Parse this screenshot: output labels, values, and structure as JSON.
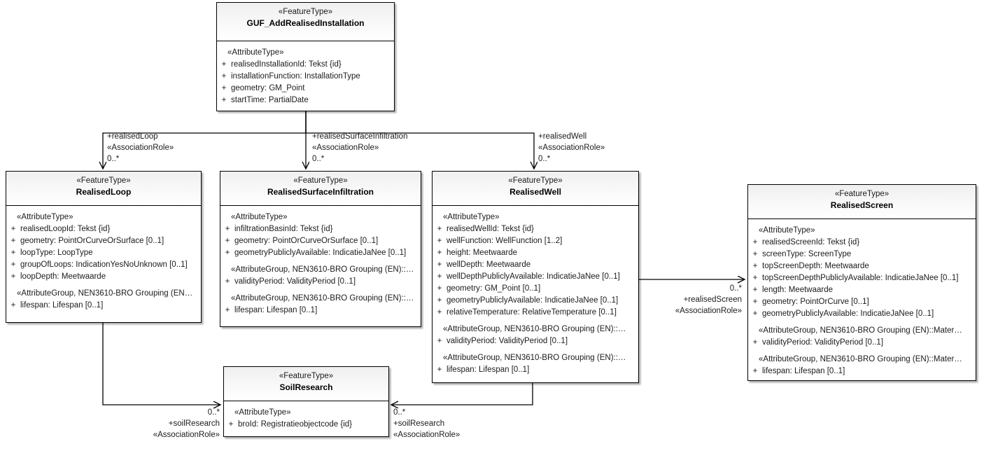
{
  "diagram": {
    "title": "GUF_AddRealisedInstallation UML class diagram",
    "stereotype_feature": "«FeatureType»",
    "stereotype_attribute": "«AttributeType»",
    "stereotype_assocrole": "«AssociationRole»",
    "visibility_public": "+",
    "colors": {
      "border": "#000000",
      "header_top": "#efefef",
      "header_bottom": "#ffffff",
      "body": "#ffffff",
      "text": "#1b1b1b",
      "connector": "#000000"
    }
  },
  "classes": {
    "guf_add_realised_installation": {
      "stereotype": "«FeatureType»",
      "name": "GUF_AddRealisedInstallation",
      "groups": [
        {
          "header": "«AttributeType»",
          "attributes": [
            {
              "vis": "+",
              "text": "realisedInstallationId: Tekst {id}"
            },
            {
              "vis": "+",
              "text": "installationFunction: InstallationType"
            },
            {
              "vis": "+",
              "text": "geometry: GM_Point"
            },
            {
              "vis": "+",
              "text": "startTime: PartialDate"
            }
          ]
        }
      ]
    },
    "realised_loop": {
      "stereotype": "«FeatureType»",
      "name": "RealisedLoop",
      "groups": [
        {
          "header": "«AttributeType»",
          "attributes": [
            {
              "vis": "+",
              "text": "realisedLoopId: Tekst {id}"
            },
            {
              "vis": "+",
              "text": "geometry: PointOrCurveOrSurface [0..1]"
            },
            {
              "vis": "+",
              "text": "loopType: LoopType"
            },
            {
              "vis": "+",
              "text": "groupOfLoops: IndicationYesNoUnknown [0..1]"
            },
            {
              "vis": "+",
              "text": "loopDepth: Meetwaarde"
            }
          ]
        },
        {
          "header": "«AttributeGroup, NEN3610-BRO Grouping (EN…",
          "attributes": [
            {
              "vis": "+",
              "text": "lifespan: Lifespan [0..1]"
            }
          ]
        }
      ]
    },
    "realised_surface_infiltration": {
      "stereotype": "«FeatureType»",
      "name": "RealisedSurfaceInfiltration",
      "groups": [
        {
          "header": "«AttributeType»",
          "attributes": [
            {
              "vis": "+",
              "text": "infiltrationBasinId: Tekst {id}"
            },
            {
              "vis": "+",
              "text": "geometry: PointOrCurveOrSurface [0..1]"
            },
            {
              "vis": "+",
              "text": "geometryPubliclyAvailable: IndicatieJaNee [0..1]"
            }
          ]
        },
        {
          "header": "«AttributeGroup, NEN3610-BRO Grouping (EN)::…",
          "attributes": [
            {
              "vis": "+",
              "text": "validityPeriod: ValidityPeriod [0..1]"
            }
          ]
        },
        {
          "header": "«AttributeGroup, NEN3610-BRO Grouping (EN)::…",
          "attributes": [
            {
              "vis": "+",
              "text": "lifespan: Lifespan [0..1]"
            }
          ]
        }
      ]
    },
    "realised_well": {
      "stereotype": "«FeatureType»",
      "name": "RealisedWell",
      "groups": [
        {
          "header": "«AttributeType»",
          "attributes": [
            {
              "vis": "+",
              "text": "realisedWellId: Tekst {id}"
            },
            {
              "vis": "+",
              "text": "wellFunction: WellFunction [1..2]"
            },
            {
              "vis": "+",
              "text": "height: Meetwaarde"
            },
            {
              "vis": "+",
              "text": "wellDepth: Meetwaarde"
            },
            {
              "vis": "+",
              "text": "wellDepthPubliclyAvailable: IndicatieJaNee [0..1]"
            },
            {
              "vis": "+",
              "text": "geometry: GM_Point [0..1]"
            },
            {
              "vis": "+",
              "text": "geometryPubliclyAvailable: IndicatieJaNee [0..1]"
            },
            {
              "vis": "+",
              "text": "relativeTemperature: RelativeTemperature [0..1]"
            }
          ]
        },
        {
          "header": "«AttributeGroup, NEN3610-BRO Grouping (EN)::…",
          "attributes": [
            {
              "vis": "+",
              "text": "validityPeriod: ValidityPeriod [0..1]"
            }
          ]
        },
        {
          "header": "«AttributeGroup, NEN3610-BRO Grouping (EN)::…",
          "attributes": [
            {
              "vis": "+",
              "text": "lifespan: Lifespan [0..1]"
            }
          ]
        }
      ]
    },
    "realised_screen": {
      "stereotype": "«FeatureType»",
      "name": "RealisedScreen",
      "groups": [
        {
          "header": "«AttributeType»",
          "attributes": [
            {
              "vis": "+",
              "text": "realisedScreenId: Tekst {id}"
            },
            {
              "vis": "+",
              "text": "screenType: ScreenType"
            },
            {
              "vis": "+",
              "text": "topScreenDepth: Meetwaarde"
            },
            {
              "vis": "+",
              "text": "topScreenDepthPubliclyAvailable: IndicatieJaNee [0..1]"
            },
            {
              "vis": "+",
              "text": "length: Meetwaarde"
            },
            {
              "vis": "+",
              "text": "geometry: PointOrCurve [0..1]"
            },
            {
              "vis": "+",
              "text": "geometryPubliclyAvailable: IndicatieJaNee [0..1]"
            }
          ]
        },
        {
          "header": "«AttributeGroup, NEN3610-BRO Grouping (EN)::Mater…",
          "attributes": [
            {
              "vis": "+",
              "text": "validityPeriod: ValidityPeriod [0..1]"
            }
          ]
        },
        {
          "header": "«AttributeGroup, NEN3610-BRO Grouping (EN)::Mater…",
          "attributes": [
            {
              "vis": "+",
              "text": "lifespan: Lifespan [0..1]"
            }
          ]
        }
      ]
    },
    "soil_research": {
      "stereotype": "«FeatureType»",
      "name": "SoilResearch",
      "groups": [
        {
          "header": "«AttributeType»",
          "attributes": [
            {
              "vis": "+",
              "text": "broId: Registratieobjectcode {id}"
            }
          ]
        }
      ]
    }
  },
  "associations": [
    {
      "id": "assoc-realised-loop",
      "role": "+realisedLoop",
      "stereotype": "«AssociationRole»",
      "multiplicity": "0..*",
      "from": "guf_add_realised_installation",
      "to": "realised_loop"
    },
    {
      "id": "assoc-realised-surface-infiltration",
      "role": "+realisedSurfaceInfiltration",
      "stereotype": "«AssociationRole»",
      "multiplicity": "0..*",
      "from": "guf_add_realised_installation",
      "to": "realised_surface_infiltration"
    },
    {
      "id": "assoc-realised-well",
      "role": "+realisedWell",
      "stereotype": "«AssociationRole»",
      "multiplicity": "0..*",
      "from": "guf_add_realised_installation",
      "to": "realised_well"
    },
    {
      "id": "assoc-realised-screen",
      "role": "+realisedScreen",
      "stereotype": "«AssociationRole»",
      "multiplicity": "0..*",
      "from": "realised_well",
      "to": "realised_screen"
    },
    {
      "id": "assoc-soil-research-loop",
      "role": "+soilResearch",
      "stereotype": "«AssociationRole»",
      "multiplicity": "0..*",
      "from": "realised_loop",
      "to": "soil_research"
    },
    {
      "id": "assoc-soil-research-well",
      "role": "+soilResearch",
      "stereotype": "«AssociationRole»",
      "multiplicity": "0..*",
      "from": "realised_well",
      "to": "soil_research"
    }
  ]
}
